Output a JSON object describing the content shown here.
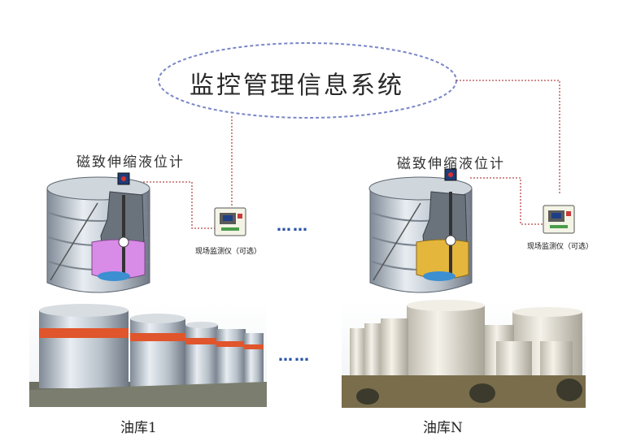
{
  "system": {
    "title": "监控管理信息系统"
  },
  "gauges": [
    {
      "label": "磁致伸缩液位计",
      "liquid_color": "#d98be8",
      "monitor_label": "现场监测仪（可选）"
    },
    {
      "label": "磁致伸缩液位计",
      "liquid_color": "#e4b63c",
      "monitor_label": "现场监测仪（可选）"
    }
  ],
  "depots": [
    {
      "label": "油库1"
    },
    {
      "label": "油库N"
    }
  ],
  "ellipsis": "……",
  "colors": {
    "link_line": "#b34a4a",
    "ellipse": "#7a86c7",
    "dots": "#2b56a6",
    "tank_band": "#e0552b"
  }
}
